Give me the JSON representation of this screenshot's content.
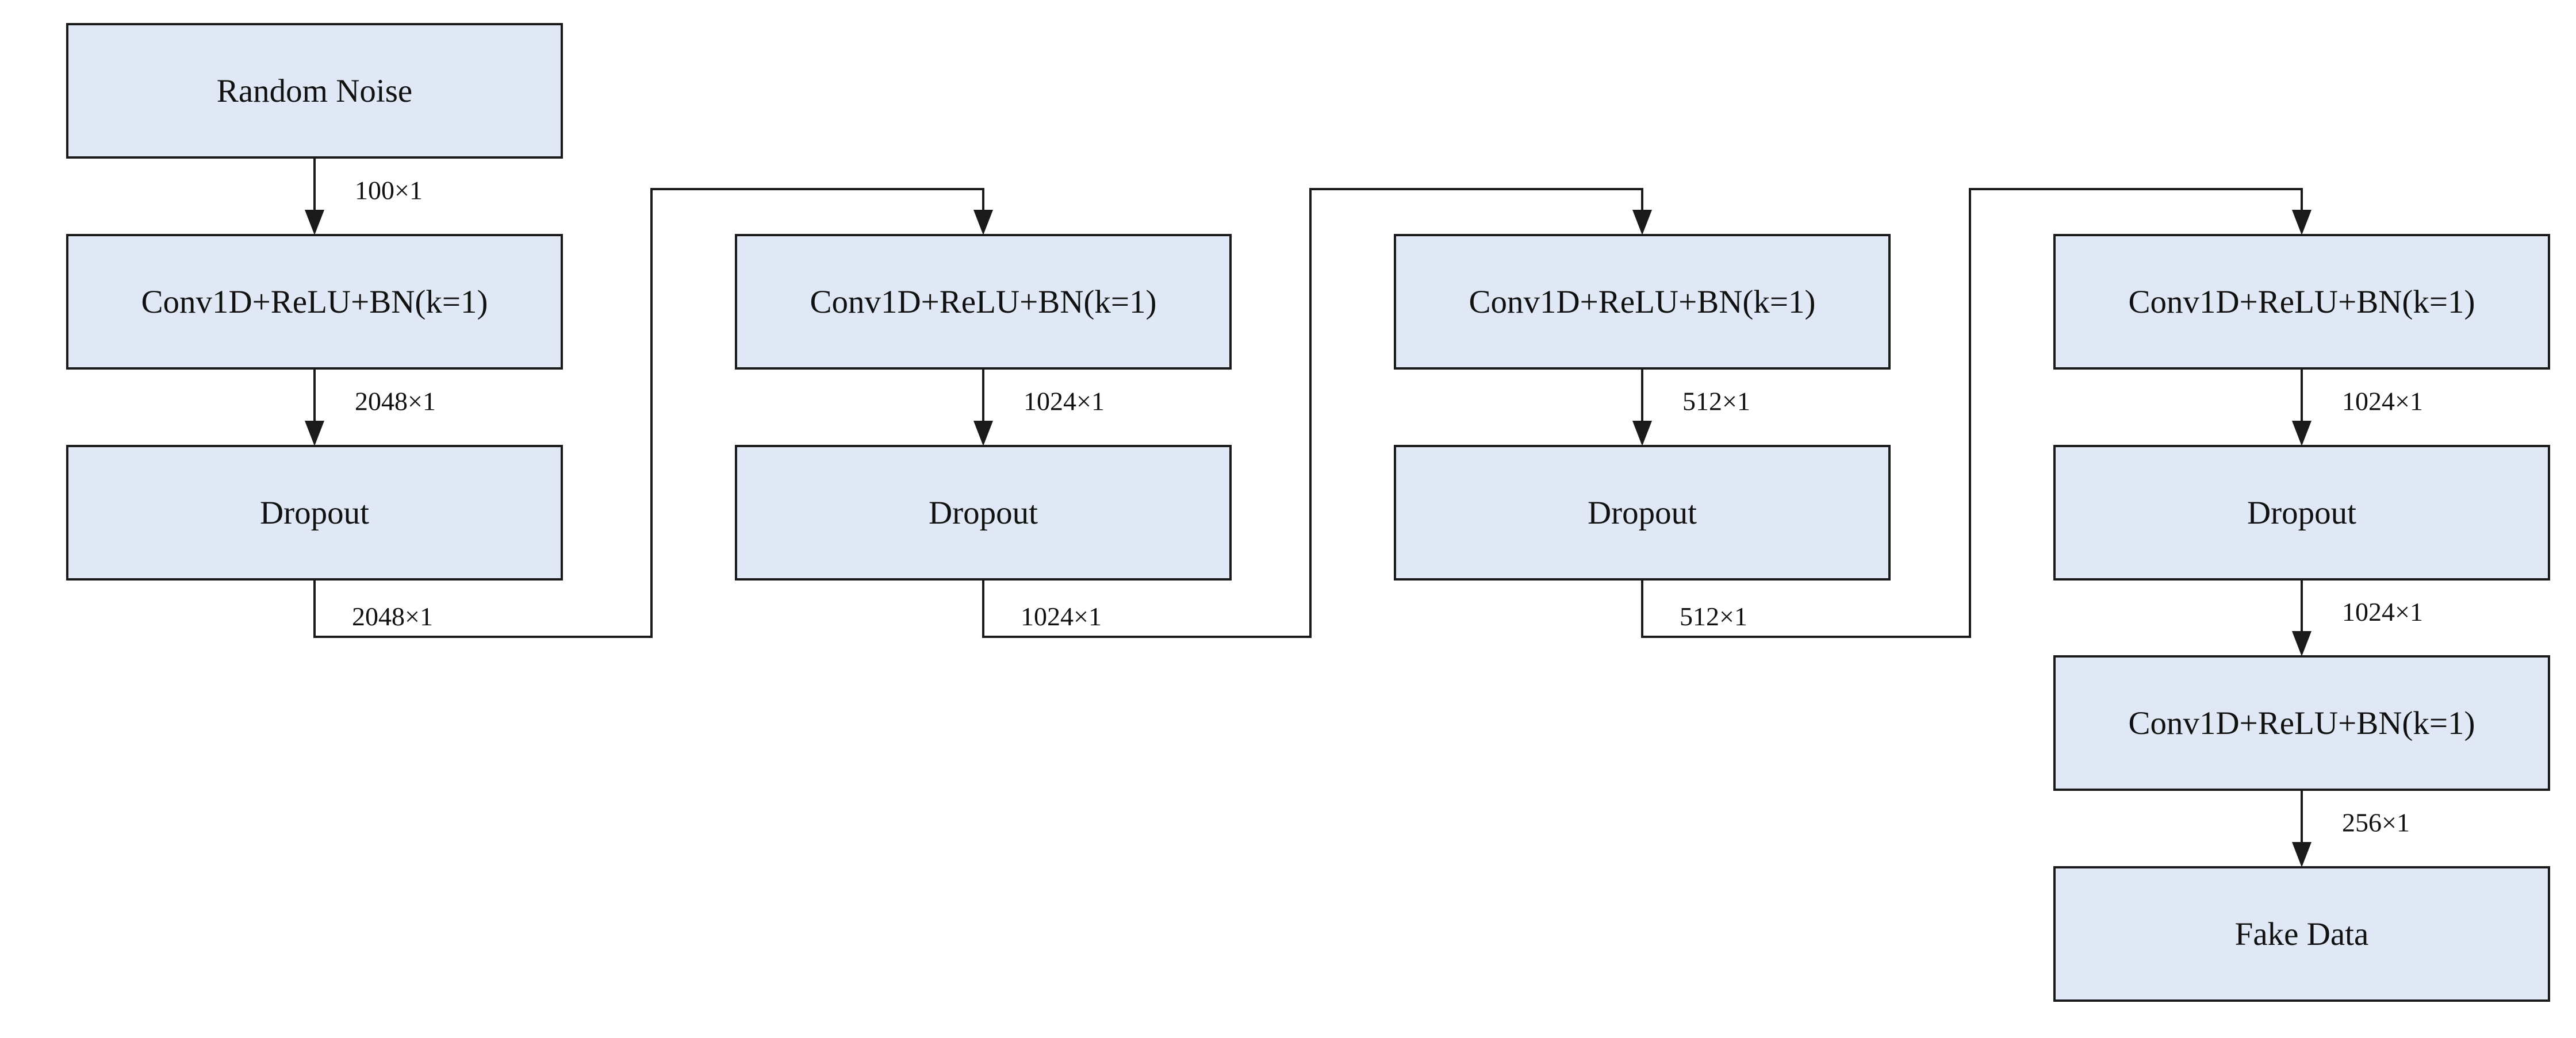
{
  "colors": {
    "block_fill": "#dfe8f4",
    "block_stroke": "#1a1a1a",
    "text": "#111111"
  },
  "blocks": [
    {
      "id": "random-noise",
      "label": "Random Noise"
    },
    {
      "id": "conv-1",
      "label": "Conv1D+ReLU+BN(k=1)"
    },
    {
      "id": "dropout-1",
      "label": "Dropout"
    },
    {
      "id": "conv-2",
      "label": "Conv1D+ReLU+BN(k=1)"
    },
    {
      "id": "dropout-2",
      "label": "Dropout"
    },
    {
      "id": "conv-3",
      "label": "Conv1D+ReLU+BN(k=1)"
    },
    {
      "id": "dropout-3",
      "label": "Dropout"
    },
    {
      "id": "conv-4",
      "label": "Conv1D+ReLU+BN(k=1)"
    },
    {
      "id": "dropout-4",
      "label": "Dropout"
    },
    {
      "id": "conv-5",
      "label": "Conv1D+ReLU+BN(k=1)"
    },
    {
      "id": "fake-data",
      "label": "Fake Data"
    }
  ],
  "edges": [
    {
      "from": "random-noise",
      "to": "conv-1",
      "label": "100×1"
    },
    {
      "from": "conv-1",
      "to": "dropout-1",
      "label": "2048×1"
    },
    {
      "from": "dropout-1",
      "to": "conv-2",
      "label": "2048×1"
    },
    {
      "from": "conv-2",
      "to": "dropout-2",
      "label": "1024×1"
    },
    {
      "from": "dropout-2",
      "to": "conv-3",
      "label": "1024×1"
    },
    {
      "from": "conv-3",
      "to": "dropout-3",
      "label": "512×1"
    },
    {
      "from": "dropout-3",
      "to": "conv-4",
      "label": "512×1"
    },
    {
      "from": "conv-4",
      "to": "dropout-4",
      "label": "1024×1"
    },
    {
      "from": "dropout-4",
      "to": "conv-5",
      "label": "1024×1"
    },
    {
      "from": "conv-5",
      "to": "fake-data",
      "label": "256×1"
    }
  ]
}
